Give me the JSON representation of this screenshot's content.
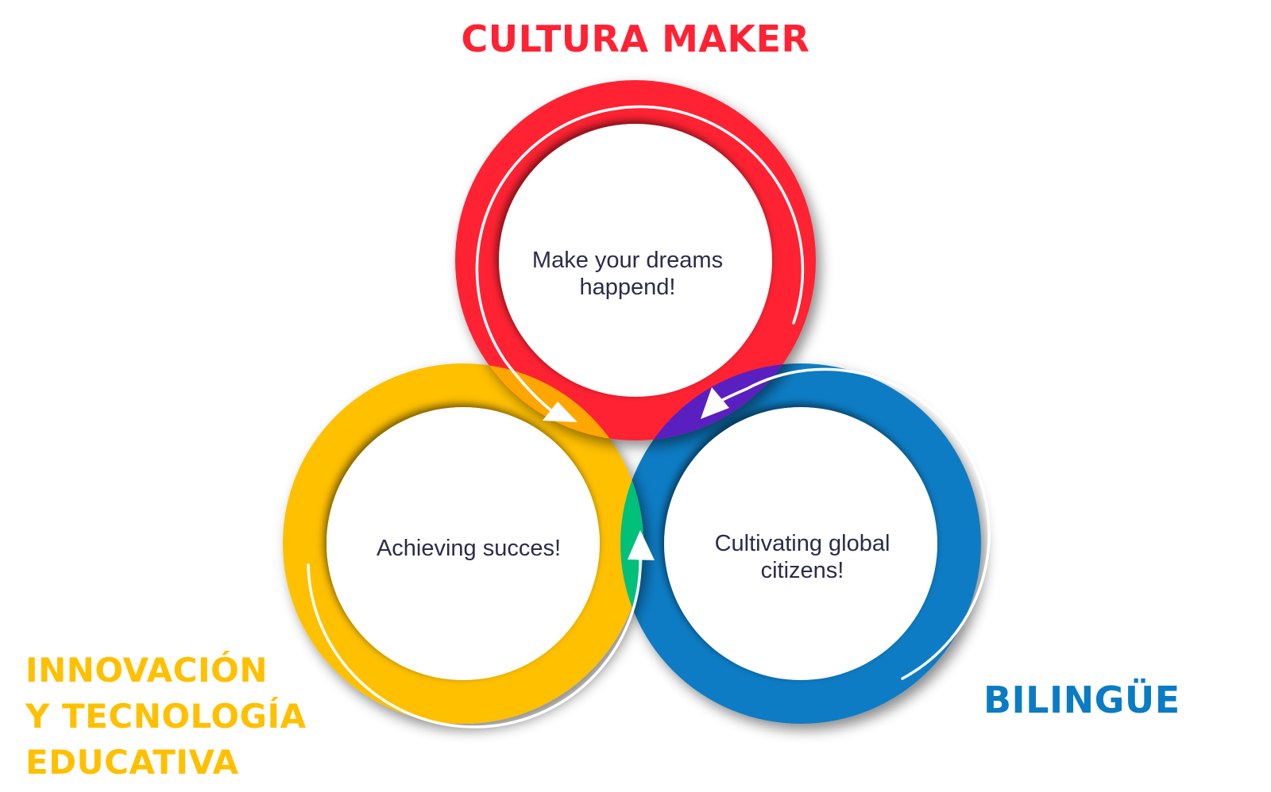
{
  "colors": {
    "maker": "#ff2233",
    "innovacion": "#ffc000",
    "bilingue": "#0a7cc4",
    "overlap_maker_innovacion": "#ffa600",
    "overlap_maker_bilingue": "#5a1fc0",
    "overlap_innovacion_bilingue": "#00c07a",
    "caption_text": "#2b2c4a"
  },
  "headings": {
    "maker": "CULTURA MAKER",
    "innovacion_line1": "INNOVACIÓN",
    "innovacion_line2": "Y TECNOLOGÍA",
    "innovacion_line3": "EDUCATIVA",
    "bilingue": "BILINGÜE"
  },
  "captions": {
    "maker_line1": "Make your dreams",
    "maker_line2": "happend!",
    "innovacion": "Achieving succes!",
    "bilingue_line1": "Cultivating global",
    "bilingue_line2": "citizens!"
  }
}
